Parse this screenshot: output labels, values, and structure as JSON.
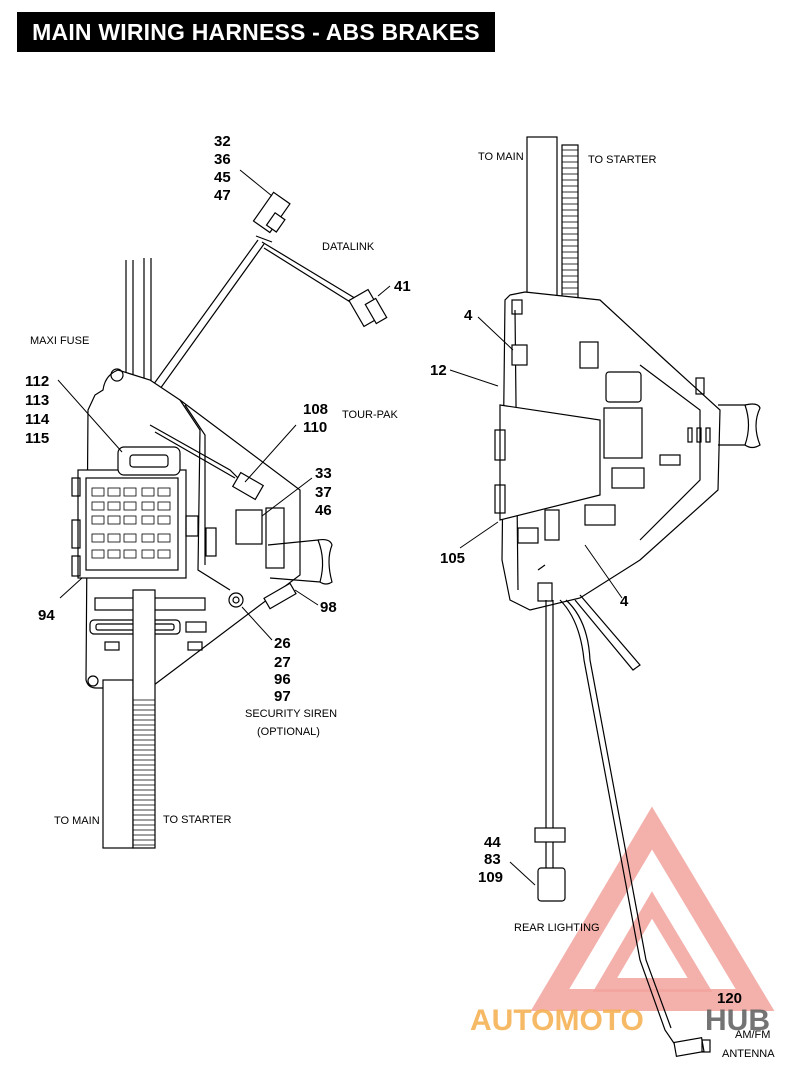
{
  "title": "MAIN WIRING HARNESS - ABS BRAKES",
  "callouts": {
    "c32": "32",
    "c36": "36",
    "c45": "45",
    "c47": "47",
    "c41": "41",
    "c112": "112",
    "c113": "113",
    "c114": "114",
    "c115": "115",
    "c108": "108",
    "c110": "110",
    "c33": "33",
    "c37": "37",
    "c46": "46",
    "c94": "94",
    "c98": "98",
    "c26": "26",
    "c27": "27",
    "c96": "96",
    "c97": "97",
    "c4a": "4",
    "c12": "12",
    "c105": "105",
    "c4b": "4",
    "c44": "44",
    "c83": "83",
    "c109": "109",
    "c120": "120"
  },
  "labels": {
    "datalink": "DATALINK",
    "maxi_fuse": "MAXI FUSE",
    "tour_pak": "TOUR-PAK",
    "security_siren": "SECURITY SIREN",
    "optional": "(OPTIONAL)",
    "to_main_left": "TO MAIN",
    "to_starter_left": "TO STARTER",
    "to_main_right": "TO MAIN",
    "to_starter_right": "TO STARTER",
    "rear_lighting": "REAR LIGHTING",
    "amfm": "AM/FM",
    "antenna": "ANTENNA"
  },
  "watermark": {
    "auto": "AUTOMOTO",
    "hub": "HUB",
    "color_auto": "#f5a623",
    "color_triangle": "#e8453c",
    "color_hub": "#555555"
  }
}
